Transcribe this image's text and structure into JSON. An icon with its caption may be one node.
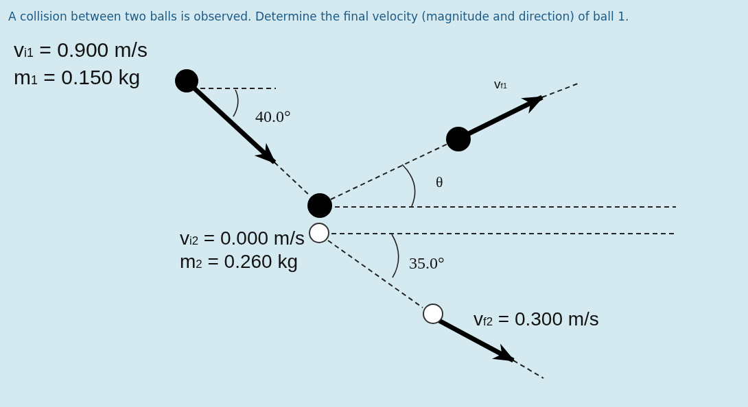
{
  "diagram": {
    "title": "A collision between two balls is observed. Determine the final velocity (magnitude and direction) of ball 1.",
    "labels": [
      "v$_{i1}$ = 0.900 m/s",
      "m$_{1}$ = 0.150 kg",
      "40.0°",
      "v$_{f1}$",
      "θ",
      "v$_{i2}$ = 0.000 m/s",
      "m$_{2}$ = 0.260 kg",
      "35.0°",
      "v$_{f2}$ = 0.300 m/s"
    ]
  }
}
